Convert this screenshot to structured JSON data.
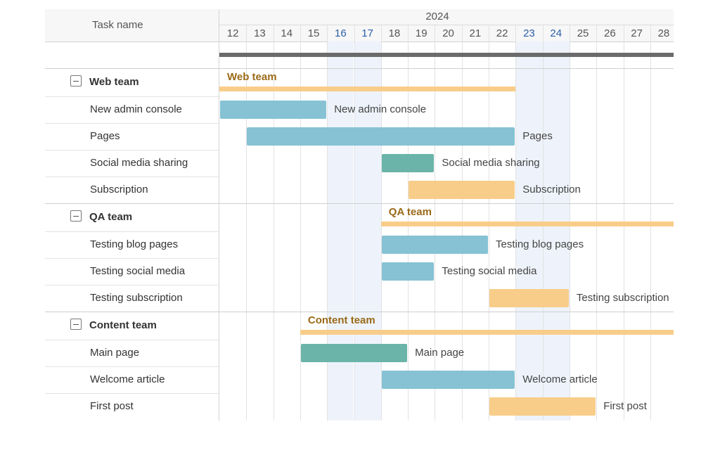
{
  "header": {
    "task_name": "Task name",
    "year": "2024"
  },
  "days": [
    "12",
    "13",
    "14",
    "15",
    "16",
    "17",
    "18",
    "19",
    "20",
    "21",
    "22",
    "23",
    "24",
    "25",
    "26",
    "27",
    "28"
  ],
  "highlight_days": [
    "16",
    "17",
    "23",
    "24"
  ],
  "colors": {
    "blue": "#86c2d4",
    "teal": "#6ab4a9",
    "orange": "#f8cd8a",
    "group_label": "#9a6a18",
    "highlight_day": "#2c5fa8",
    "project_bar": "#6b6b6b"
  },
  "groups": [
    {
      "name": "Web team",
      "start": "12",
      "end": "22",
      "tasks": [
        {
          "name": "New admin console",
          "start": "12",
          "end": "15",
          "color": "blue"
        },
        {
          "name": "Pages",
          "start": "13",
          "end": "22",
          "color": "blue"
        },
        {
          "name": "Social media sharing",
          "start": "18",
          "end": "19",
          "color": "teal"
        },
        {
          "name": "Subscription",
          "start": "19",
          "end": "22",
          "color": "orange"
        }
      ]
    },
    {
      "name": "QA team",
      "start": "18",
      "end": "28",
      "tasks": [
        {
          "name": "Testing blog pages",
          "start": "18",
          "end": "21",
          "color": "blue"
        },
        {
          "name": "Testing social media",
          "start": "18",
          "end": "19",
          "color": "blue"
        },
        {
          "name": "Testing subscription",
          "start": "22",
          "end": "24",
          "color": "orange"
        }
      ]
    },
    {
      "name": "Content team",
      "start": "15",
      "end": "28",
      "tasks": [
        {
          "name": "Main page",
          "start": "15",
          "end": "18",
          "color": "teal"
        },
        {
          "name": "Welcome article",
          "start": "18",
          "end": "22",
          "color": "blue"
        },
        {
          "name": "First post",
          "start": "22",
          "end": "25",
          "color": "orange"
        }
      ]
    }
  ]
}
